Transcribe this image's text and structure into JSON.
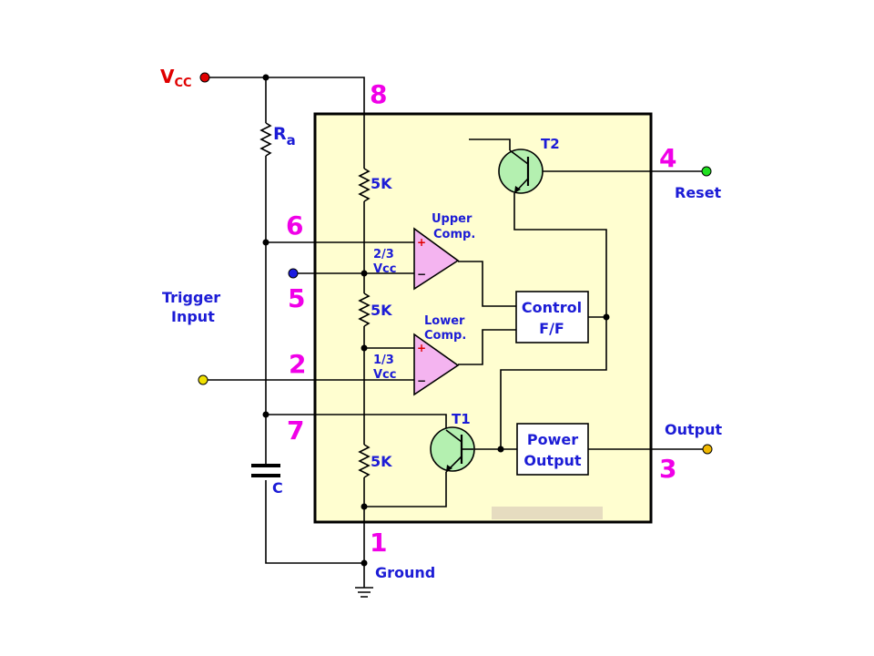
{
  "labels": {
    "vcc_main": "V",
    "vcc_sub": "CC",
    "ra_main": "R",
    "ra_sub": "a",
    "r1": "5K",
    "r2": "5K",
    "r3": "5K",
    "cap": "C",
    "trigger_line1": "Trigger",
    "trigger_line2": "Input",
    "ground": "Ground",
    "reset": "Reset",
    "output": "Output",
    "t1": "T1",
    "t2": "T2",
    "upper_line1": "Upper",
    "upper_line2": "Comp.",
    "lower_line1": "Lower",
    "lower_line2": "Comp.",
    "two_thirds_line1": "2/3",
    "two_thirds_line2": "Vcc",
    "one_third_line1": "1/3",
    "one_third_line2": "Vcc",
    "control_line1": "Control",
    "control_line2": "F/F",
    "power_line1": "Power",
    "power_line2": "Output",
    "plus": "+",
    "minus": "−"
  },
  "pins": {
    "p8": "8",
    "p4": "4",
    "p6": "6",
    "p5": "5",
    "p2": "2",
    "p7": "7",
    "p3": "3",
    "p1": "1"
  },
  "colors": {
    "chip_fill": "#fffed0",
    "comparator_fill": "#f4b4f0",
    "transistor_fill": "#b4f0b0",
    "vcc_terminal": "#e00000",
    "control_terminal": "#1c1ce0",
    "trigger_terminal": "#f0e000",
    "output_terminal": "#f0b800",
    "reset_terminal": "#20e020",
    "pin_number": "#f000e8",
    "label_text": "#1c1cd6"
  }
}
